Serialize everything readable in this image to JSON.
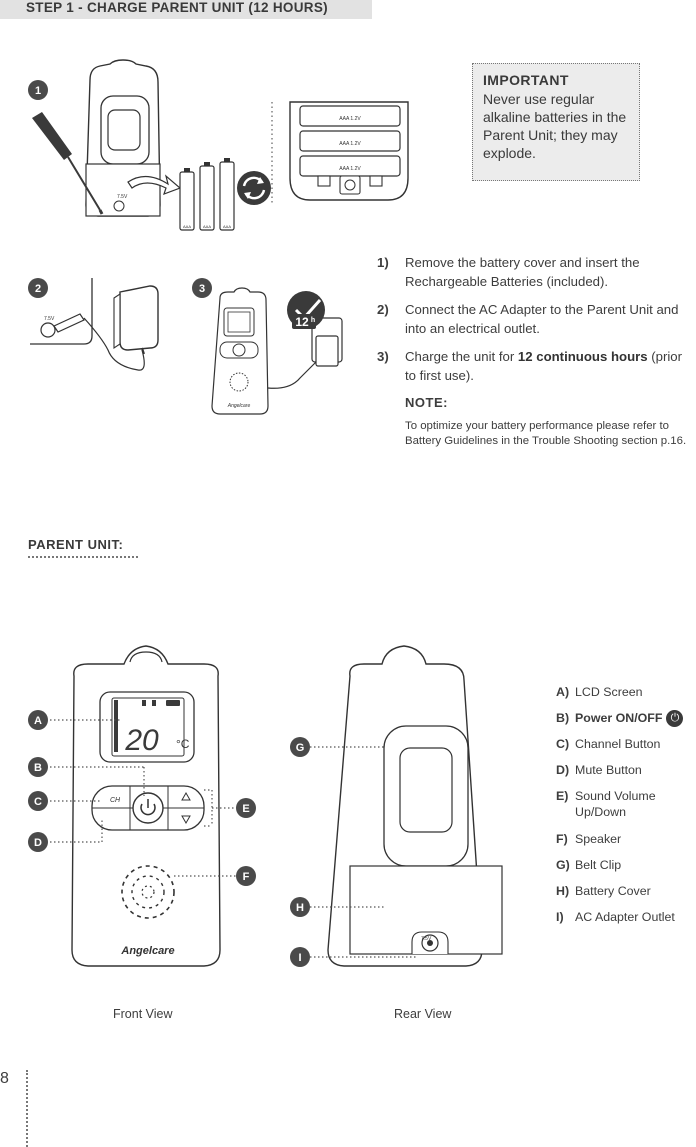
{
  "header": {
    "step_title": "STEP 1 - CHARGE PARENT UNIT (12 HOURS)"
  },
  "important": {
    "title": "IMPORTANT",
    "body": "Never use regular alkaline batteries in the Parent Unit; they may explode."
  },
  "illustration": {
    "step_numbers": [
      "1",
      "2",
      "3"
    ],
    "battery_label": "AAA",
    "compartment_label": "AAA 1.2V",
    "adapter_voltage": "7.5V",
    "charge_hours": "12",
    "charge_unit": "h",
    "brand": "Angelcare"
  },
  "instructions": {
    "steps": [
      {
        "num": "1)",
        "text": "Remove the battery cover and insert the Rechargeable Batteries (included)."
      },
      {
        "num": "2)",
        "text": "Connect the AC Adapter to the Parent Unit and into an electrical outlet."
      },
      {
        "num": "3)",
        "text_before": "Charge the unit for ",
        "bold": "12 continuous hours",
        "text_after": " (prior to first use)."
      }
    ],
    "note_title": "NOTE:",
    "note_body": "To optimize your battery performance please refer to Battery Guidelines in the Trouble Shooting section p.16."
  },
  "parent_unit": {
    "title": "PARENT UNIT:",
    "lcd_temperature": "20",
    "lcd_unit": "°C",
    "ch_label": "CH",
    "front_caption": "Front View",
    "rear_caption": "Rear View",
    "callouts": [
      "A",
      "B",
      "C",
      "D",
      "E",
      "F",
      "G",
      "H",
      "I"
    ],
    "legend": [
      {
        "key": "A)",
        "label": "LCD Screen"
      },
      {
        "key": "B)",
        "label": "Power ON/OFF"
      },
      {
        "key": "C)",
        "label": "Channel Button"
      },
      {
        "key": "D)",
        "label": "Mute Button"
      },
      {
        "key": "E)",
        "label": "Sound Volume Up/Down"
      },
      {
        "key": "F)",
        "label": "Speaker"
      },
      {
        "key": "G)",
        "label": "Belt Clip"
      },
      {
        "key": "H)",
        "label": "Battery Cover"
      },
      {
        "key": "I)",
        "label": "AC Adapter Outlet"
      }
    ]
  },
  "footer": {
    "page_number": "8"
  },
  "icons": [
    "screwdriver-icon",
    "battery-icon",
    "recharge-icon",
    "clock-check-icon",
    "power-icon",
    "speaker-icon"
  ]
}
